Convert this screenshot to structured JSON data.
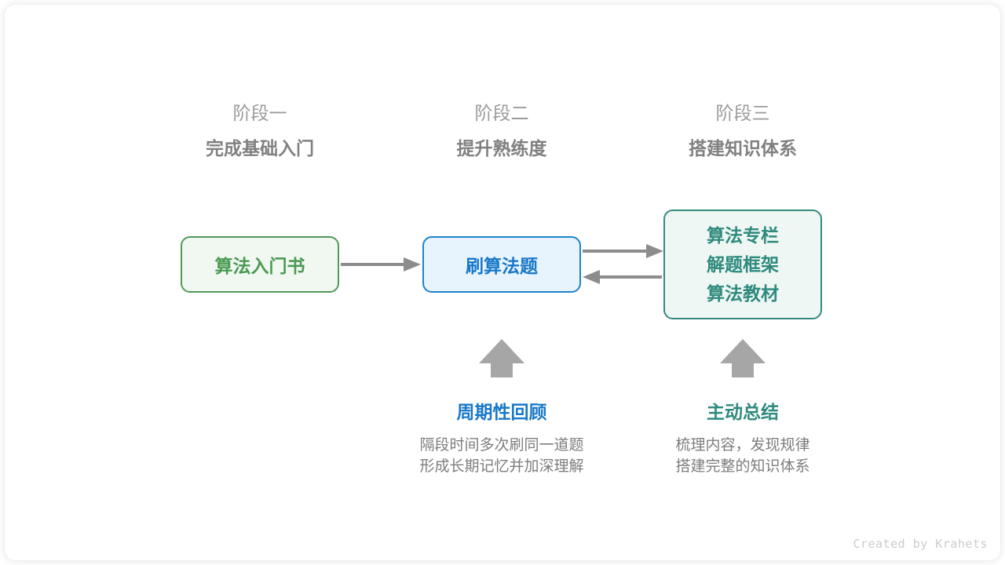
{
  "card": {
    "background": "#ffffff"
  },
  "stages": [
    {
      "sub": "阶段一",
      "title": "完成基础入门"
    },
    {
      "sub": "阶段二",
      "title": "提升熟练度"
    },
    {
      "sub": "阶段三",
      "title": "搭建知识体系"
    }
  ],
  "nodes": {
    "book": {
      "label": "算法入门书",
      "border_color": "#4f9a56",
      "fill_color": "#f1f8f1",
      "text_color": "#4a9a52"
    },
    "practice": {
      "label": "刷算法题",
      "border_color": "#1f82cb",
      "fill_color": "#e8f4fd",
      "text_color": "#1878c8"
    },
    "resources": {
      "lines": [
        "算法专栏",
        "解题框架",
        "算法教材"
      ],
      "border_color": "#37897e",
      "fill_color": "#eef7f4",
      "text_color": "#2f8a7d"
    }
  },
  "connectors": {
    "color": "#8c8c8c",
    "book_to_practice": "arrow-right",
    "practice_to_resources": "arrow-right",
    "resources_to_practice": "arrow-left",
    "up_arrow_middle": "arrow-up",
    "up_arrow_right": "arrow-up"
  },
  "captions": [
    {
      "title": "周期性回顾",
      "color": "#1878c8",
      "body_line1": "隔段时间多次刷同一道题",
      "body_line2": "形成长期记忆并加深理解"
    },
    {
      "title": "主动总结",
      "color": "#2f8a7d",
      "body_line1": "梳理内容，发现规律",
      "body_line2": "搭建完整的知识体系"
    }
  ],
  "footer": {
    "text": "Created by Krahets"
  }
}
